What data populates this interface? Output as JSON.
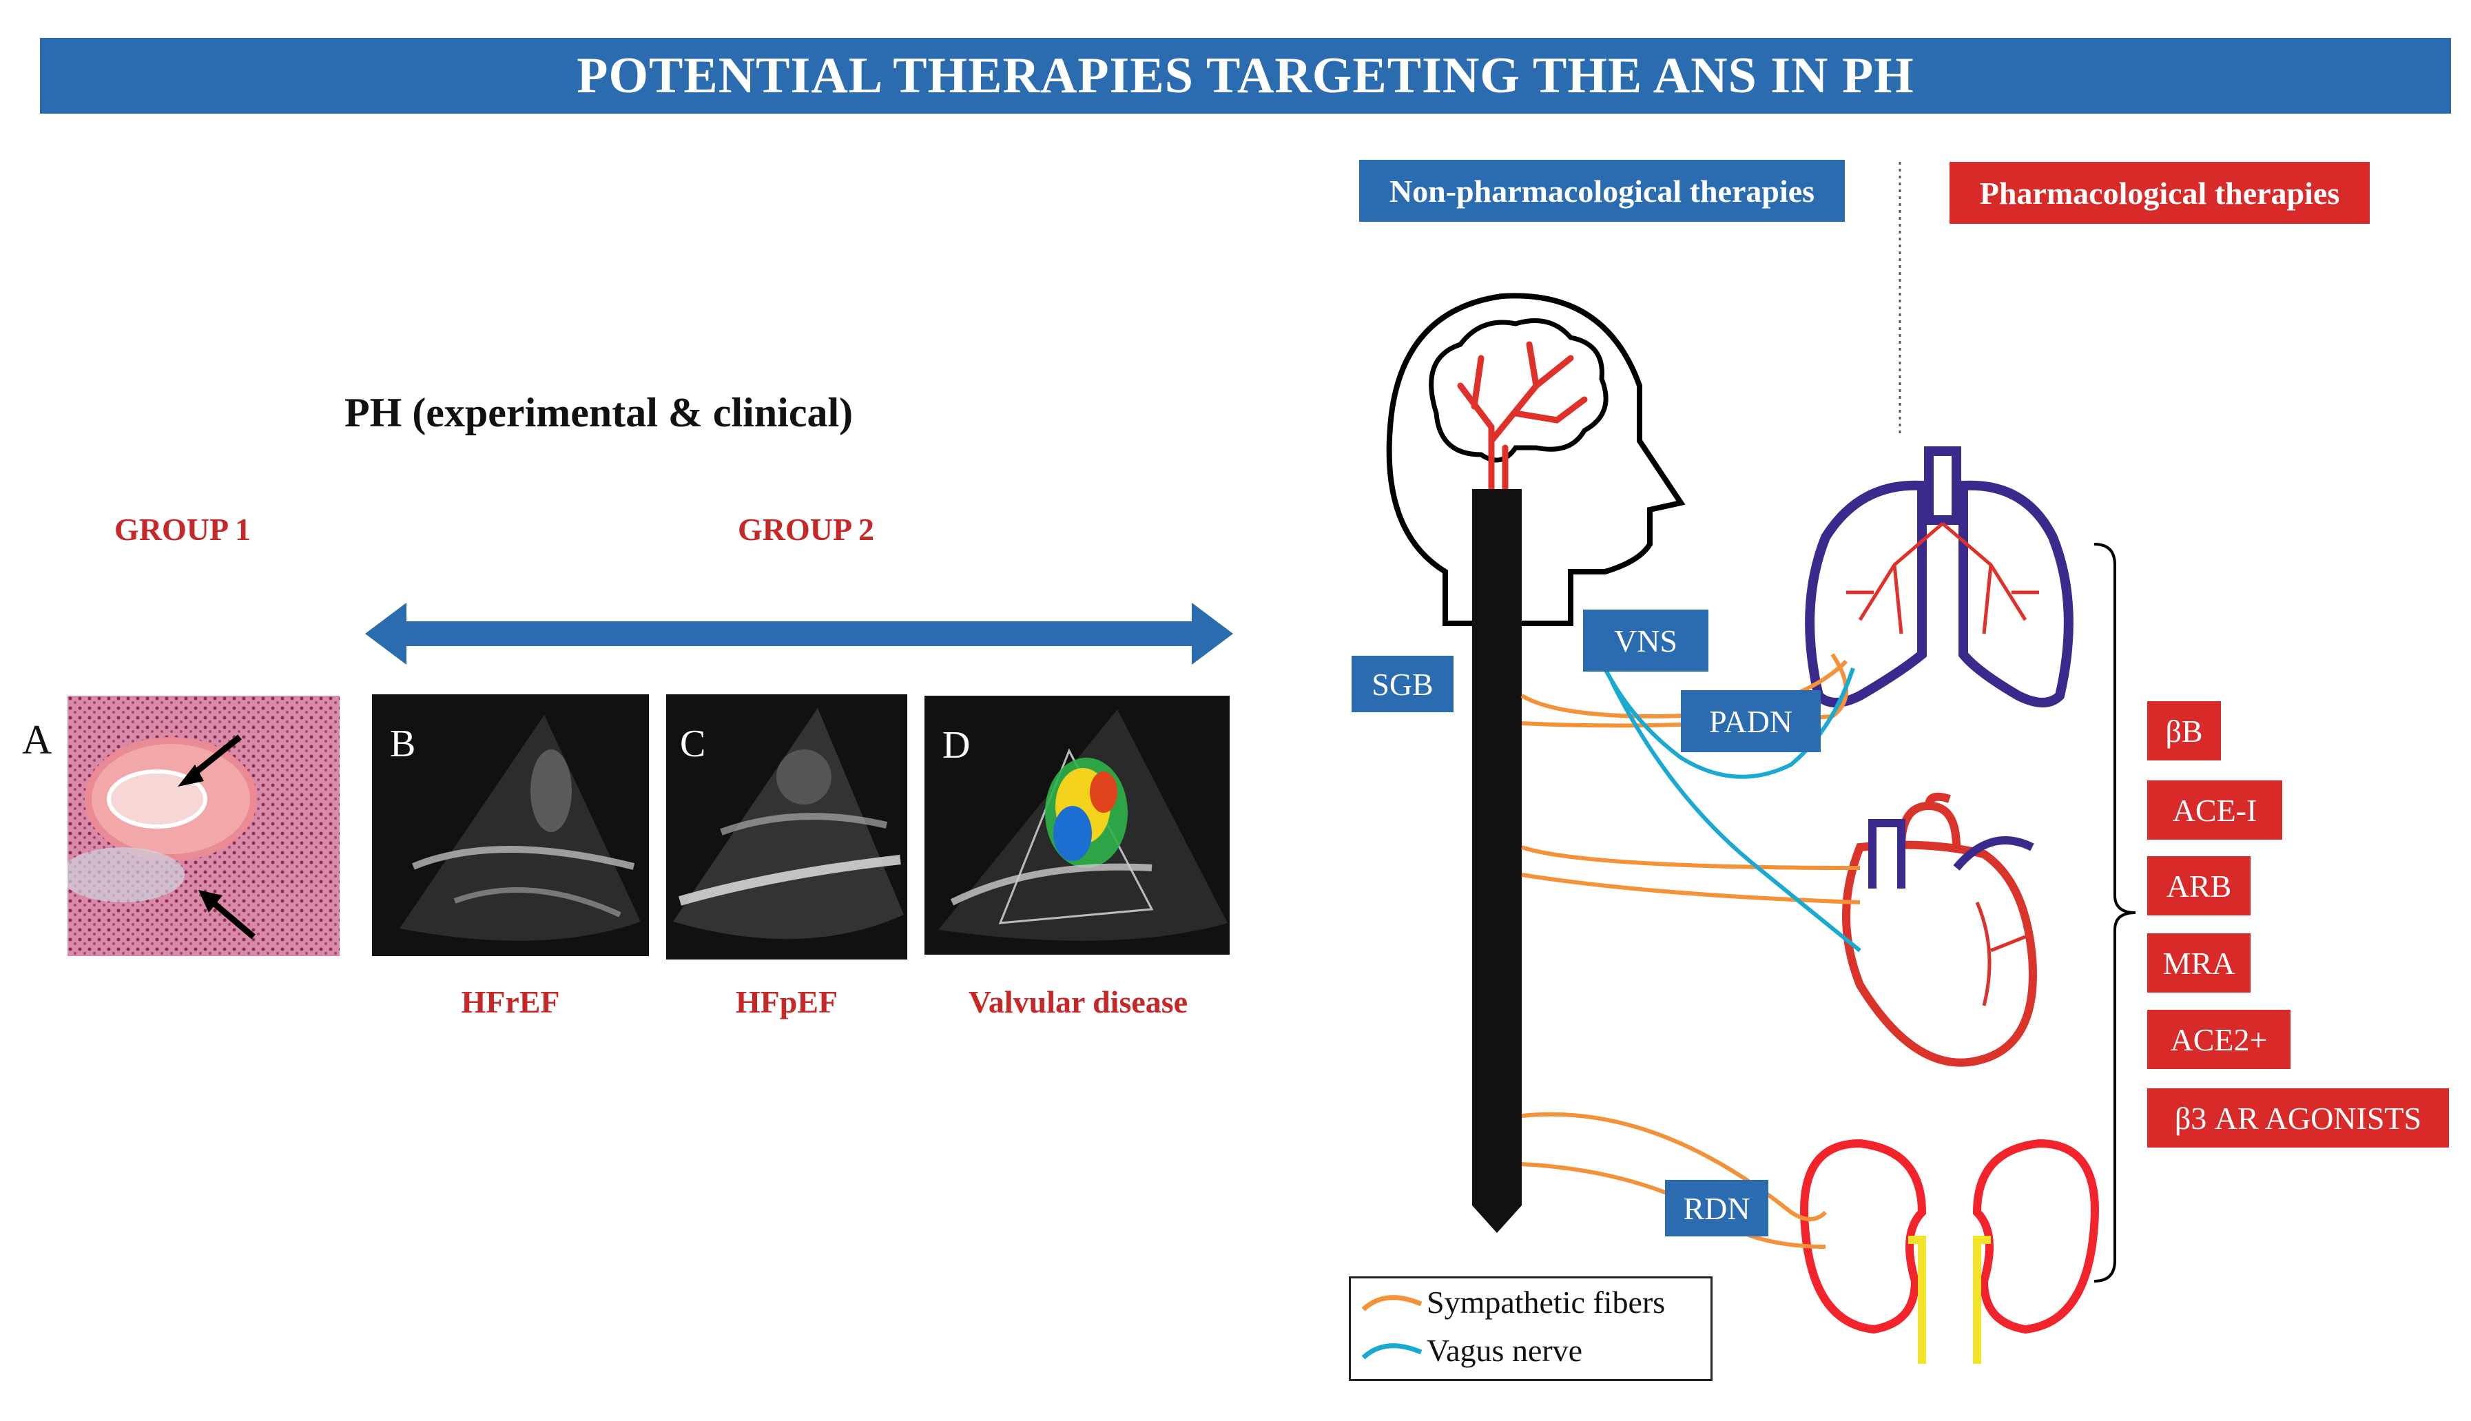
{
  "title": "POTENTIAL THERAPIES TARGETING THE ANS IN PH",
  "left": {
    "heading": "PH (experimental & clinical)",
    "group1": "GROUP 1",
    "group2": "GROUP 2",
    "panels": [
      {
        "letter": "A"
      },
      {
        "letter": "B",
        "caption": "HFrEF"
      },
      {
        "letter": "C",
        "caption": "HFpEF"
      },
      {
        "letter": "D",
        "caption": "Valvular disease"
      }
    ]
  },
  "right": {
    "nonpharm_header": "Non-pharmacological therapies",
    "pharm_header": "Pharmacological therapies",
    "nonpharm_labels": {
      "vns": "VNS",
      "sgb": "SGB",
      "padn": "PADN",
      "rdn": "RDN"
    },
    "drugs": [
      "βB",
      "ACE-I",
      "ARB",
      "MRA",
      "ACE2+",
      "β3 AR AGONISTS"
    ],
    "legend": [
      {
        "label": "Sympathetic fibers",
        "color": "#f4923a"
      },
      {
        "label": "Vagus nerve",
        "color": "#1ba9d1"
      }
    ]
  },
  "colors": {
    "blue": "#2b6bb0",
    "red": "#d92a2a",
    "orange": "#f4923a",
    "cyan": "#1ba9d1",
    "purple": "#3a2a8c"
  }
}
